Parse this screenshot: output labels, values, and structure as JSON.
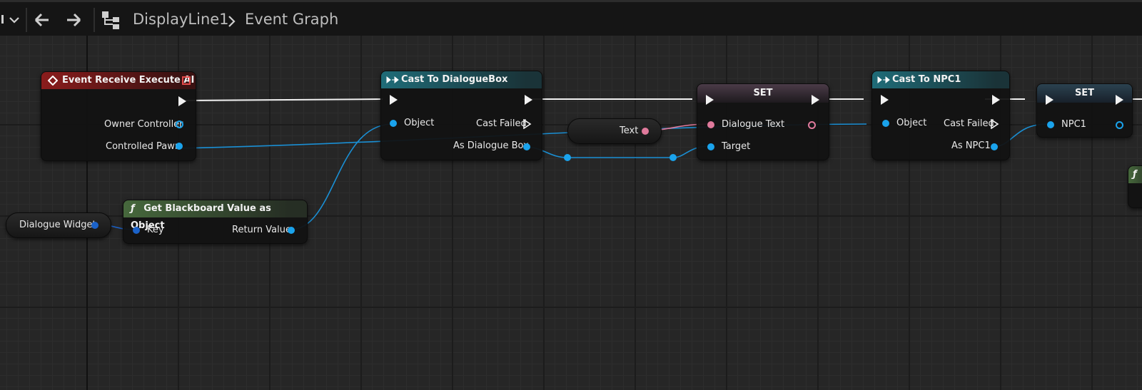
{
  "toolbar": {
    "breadcrumb_blueprint": "DisplayLine1",
    "breadcrumb_graph": "Event Graph"
  },
  "nodes": {
    "event_execute_ai": {
      "title": "Event Receive Execute AI",
      "pins": {
        "owner_controller": "Owner Controller",
        "controlled_pawn": "Controlled Pawn"
      }
    },
    "cast_dialoguebox": {
      "title": "Cast To DialogueBox",
      "pins": {
        "object": "Object",
        "cast_failed": "Cast Failed",
        "as_dialogue_box": "As Dialogue Box"
      }
    },
    "text_var": {
      "label": "Text"
    },
    "set_dialogue": {
      "title": "SET",
      "pins": {
        "dialogue_text": "Dialogue Text",
        "target": "Target"
      }
    },
    "cast_npc1": {
      "title": "Cast To NPC1",
      "pins": {
        "object": "Object",
        "cast_failed": "Cast Failed",
        "as_npc1": "As NPC1"
      }
    },
    "set_npc1": {
      "title": "SET",
      "pins": {
        "npc1": "NPC1"
      }
    },
    "dialogue_widget_var": {
      "label": "Dialogue Widget"
    },
    "get_blackboard": {
      "title": "Get Blackboard Value as Object",
      "pins": {
        "key": "Key",
        "return_value": "Return Value"
      }
    }
  },
  "colors": {
    "object_pin": "#1aa3ec",
    "text_pin": "#e07a9c",
    "exec_pin": "#f2f2f2",
    "event_header": "#8a1c1c",
    "cast_header": "#1f6c78",
    "function_header": "#46683c"
  }
}
